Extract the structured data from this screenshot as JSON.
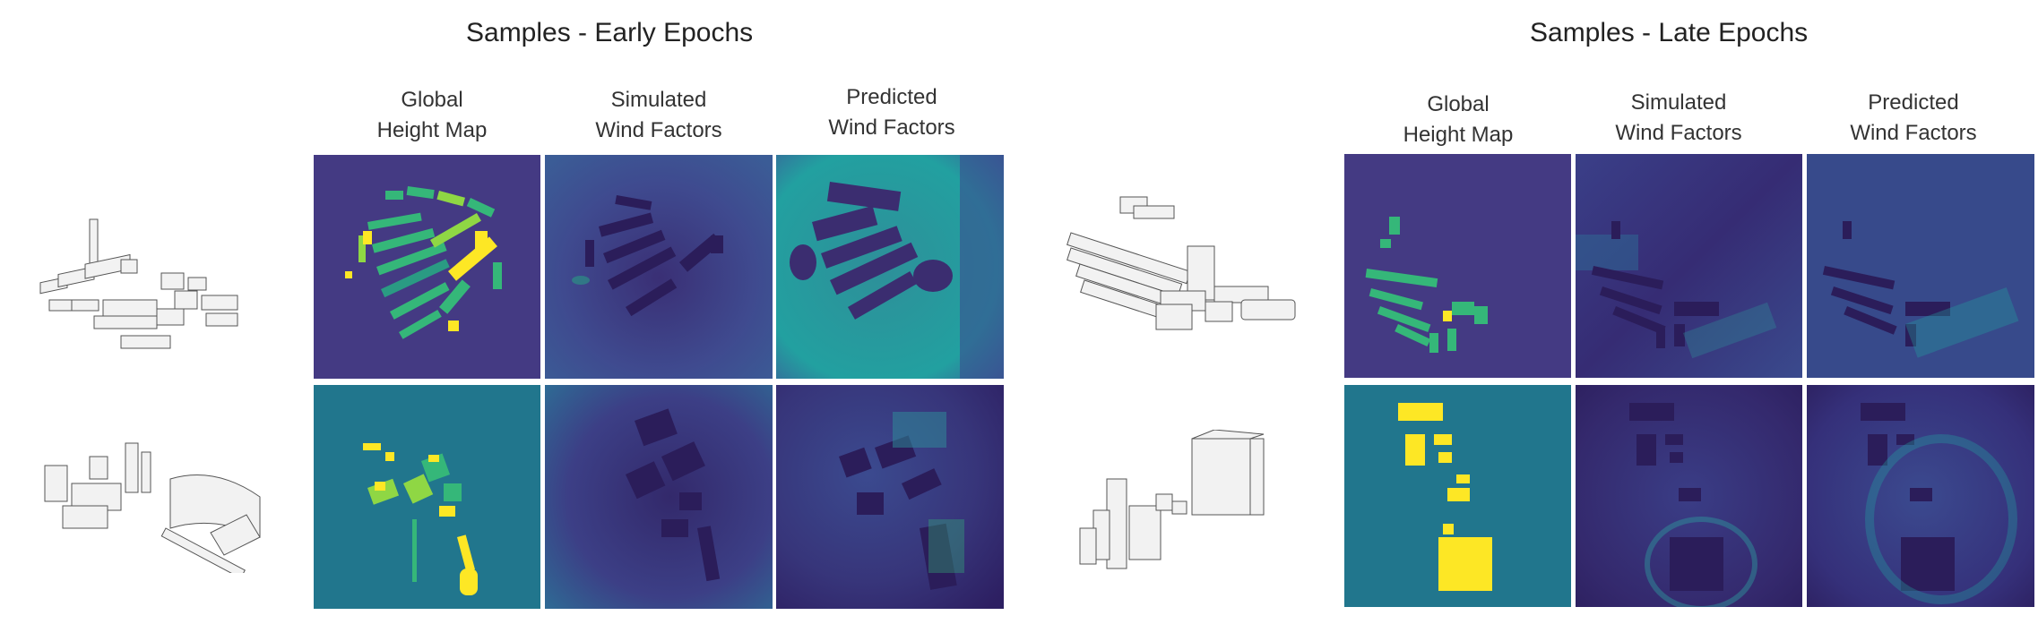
{
  "sections": [
    {
      "title": "Samples - Early Epochs",
      "columns": [
        {
          "line1": "Global",
          "line2": "Height Map"
        },
        {
          "line1": "Simulated",
          "line2": "Wind Factors"
        },
        {
          "line1": "Predicted",
          "line2": "Wind Factors"
        }
      ]
    },
    {
      "title": "Samples - Late Epochs",
      "columns": [
        {
          "line1": "Global",
          "line2": "Height Map"
        },
        {
          "line1": "Simulated",
          "line2": "Wind Factors"
        },
        {
          "line1": "Predicted",
          "line2": "Wind Factors"
        }
      ]
    }
  ],
  "colors": {
    "viridis_dark": "#443a83",
    "viridis_teal": "#21908d",
    "viridis_green": "#35b779",
    "viridis_lime": "#8fd744",
    "viridis_yellow": "#fde725",
    "wind_bg": "#3b3f8c",
    "wind_dark": "#2b1d5a",
    "predicted_noise": "#22a0a0"
  }
}
